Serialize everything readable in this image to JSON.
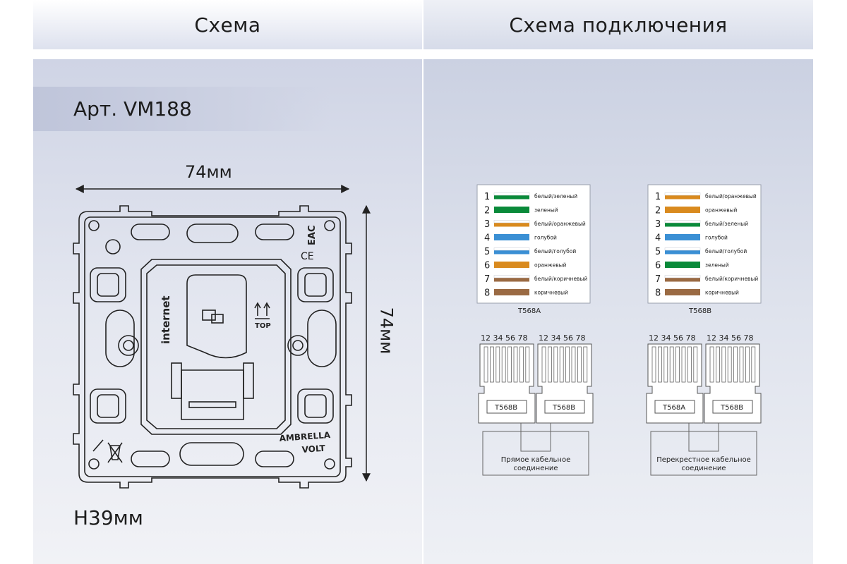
{
  "header": {
    "left_title": "Схема",
    "right_title": "Схема подключения"
  },
  "product": {
    "article": "Арт. VM188",
    "dim_width": "74мм",
    "dim_height": "74мм",
    "height": "H39мм",
    "front_text": "internet",
    "top_mark": "TOP",
    "brand_line1": "AMBRELLA",
    "brand_line2": "VOLT",
    "ce_mark": "CE",
    "eac_mark": "EAC"
  },
  "wiring": {
    "tables": [
      {
        "name": "T568A",
        "wires": [
          {
            "num": "1",
            "label": "белый/зеленый",
            "color": "#0a8a3a",
            "striped": true
          },
          {
            "num": "2",
            "label": "зеленый",
            "color": "#0a8a3a",
            "striped": false
          },
          {
            "num": "3",
            "label": "белый/оранжевый",
            "color": "#d98a1e",
            "striped": true
          },
          {
            "num": "4",
            "label": "голубой",
            "color": "#3a8fd4",
            "striped": false
          },
          {
            "num": "5",
            "label": "белый/голубой",
            "color": "#3a8fd4",
            "striped": true
          },
          {
            "num": "6",
            "label": "оранжевый",
            "color": "#d98a1e",
            "striped": false
          },
          {
            "num": "7",
            "label": "белый/коричневый",
            "color": "#9a6a43",
            "striped": true
          },
          {
            "num": "8",
            "label": "коричневый",
            "color": "#9a6a43",
            "striped": false
          }
        ]
      },
      {
        "name": "T568B",
        "wires": [
          {
            "num": "1",
            "label": "белый/оранжевый",
            "color": "#d98a1e",
            "striped": true
          },
          {
            "num": "2",
            "label": "оранжевый",
            "color": "#d98a1e",
            "striped": false
          },
          {
            "num": "3",
            "label": "белый/зеленый",
            "color": "#0a8a3a",
            "striped": true
          },
          {
            "num": "4",
            "label": "голубой",
            "color": "#3a8fd4",
            "striped": false
          },
          {
            "num": "5",
            "label": "белый/голубой",
            "color": "#3a8fd4",
            "striped": true
          },
          {
            "num": "6",
            "label": "зеленый",
            "color": "#0a8a3a",
            "striped": false
          },
          {
            "num": "7",
            "label": "белый/коричневый",
            "color": "#9a6a43",
            "striped": true
          },
          {
            "num": "8",
            "label": "коричневый",
            "color": "#9a6a43",
            "striped": false
          }
        ]
      }
    ],
    "pin_numbers": "12 34 56 78",
    "connections": [
      {
        "plugs": [
          "T568B",
          "T568B"
        ],
        "label_line1": "Прямое кабельное",
        "label_line2": "соединение"
      },
      {
        "plugs": [
          "T568A",
          "T568B"
        ],
        "label_line1": "Перекрестное кабельное",
        "label_line2": "соединение"
      }
    ]
  }
}
